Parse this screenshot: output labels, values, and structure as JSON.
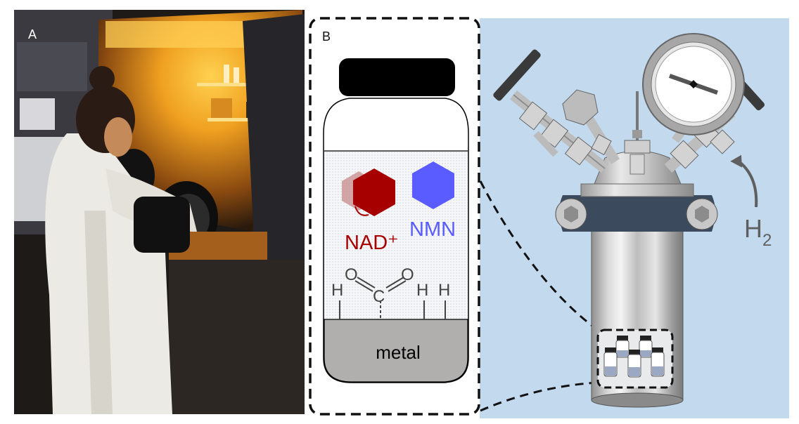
{
  "panels": {
    "a": {
      "letter": "A"
    },
    "b": {
      "letter": "B"
    }
  },
  "molecules": {
    "nad": {
      "label": "NAD⁺",
      "color": "#a60000"
    },
    "nmn": {
      "label": "NMN",
      "color": "#5a5cff"
    }
  },
  "surface": {
    "label": "metal",
    "atoms": {
      "h1": "H",
      "o1": "O",
      "c": "C",
      "o2": "O",
      "h2": "H",
      "h3": "H"
    }
  },
  "reactor": {
    "gas_label": "H",
    "gas_subscript": "2",
    "background": "#c3d9ee"
  },
  "colors": {
    "glovebox_glow": "#ffb020",
    "metal_fill": "#b1aeae",
    "dash_line": "#111111"
  }
}
